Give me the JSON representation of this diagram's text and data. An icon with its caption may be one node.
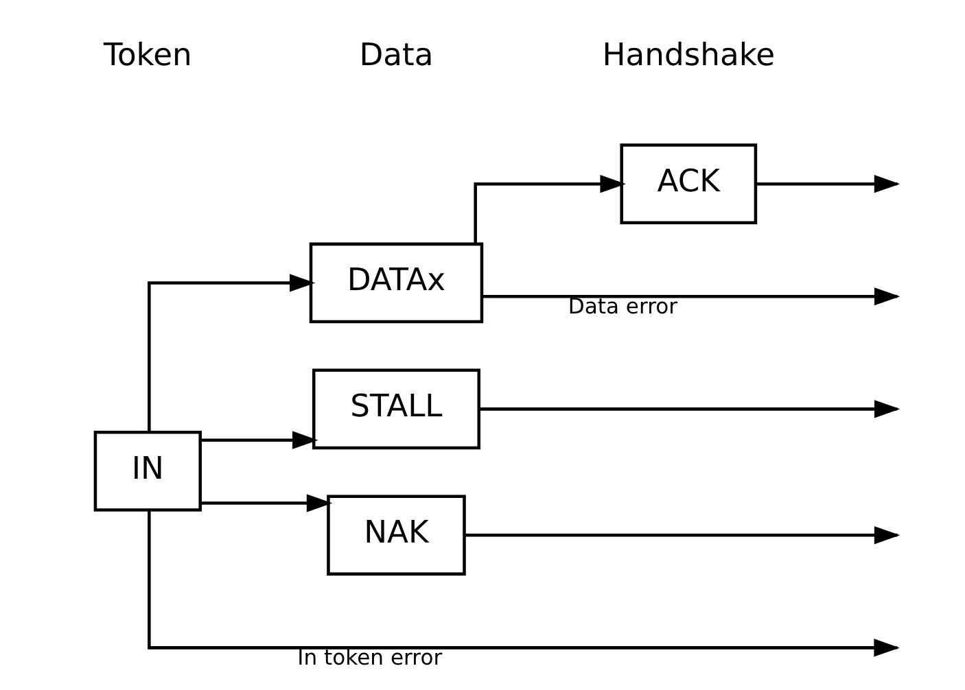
{
  "diagram": {
    "nodes": [
      {
        "text": [
          "IN"
        ]
      },
      {
        "text": [
          "DATAx"
        ]
      },
      {
        "text": [
          "STALL"
        ]
      },
      {
        "text": [
          "NAK"
        ]
      },
      {
        "text": [
          "ACK"
        ]
      }
    ],
    "edges": [
      {
        "from": 0,
        "to": 1,
        "arrow": "to"
      },
      {
        "from": 0,
        "to": 2,
        "arrow": "to"
      },
      {
        "from": 0,
        "to": 3,
        "arrow": "to"
      },
      {
        "from": 0,
        "to": null,
        "arrow": "to",
        "label": "In token error"
      },
      {
        "from": 1,
        "to": null,
        "arrow": "to",
        "label": "Data error"
      },
      {
        "from": 1,
        "to": 4,
        "arrow": "to"
      },
      {
        "from": 4,
        "to": null,
        "arrow": "to"
      },
      {
        "from": 2,
        "to": null,
        "arrow": "to"
      },
      {
        "from": 3,
        "to": null,
        "arrow": "to"
      }
    ],
    "labels": [
      "Token",
      "Data",
      "Handshake"
    ]
  }
}
